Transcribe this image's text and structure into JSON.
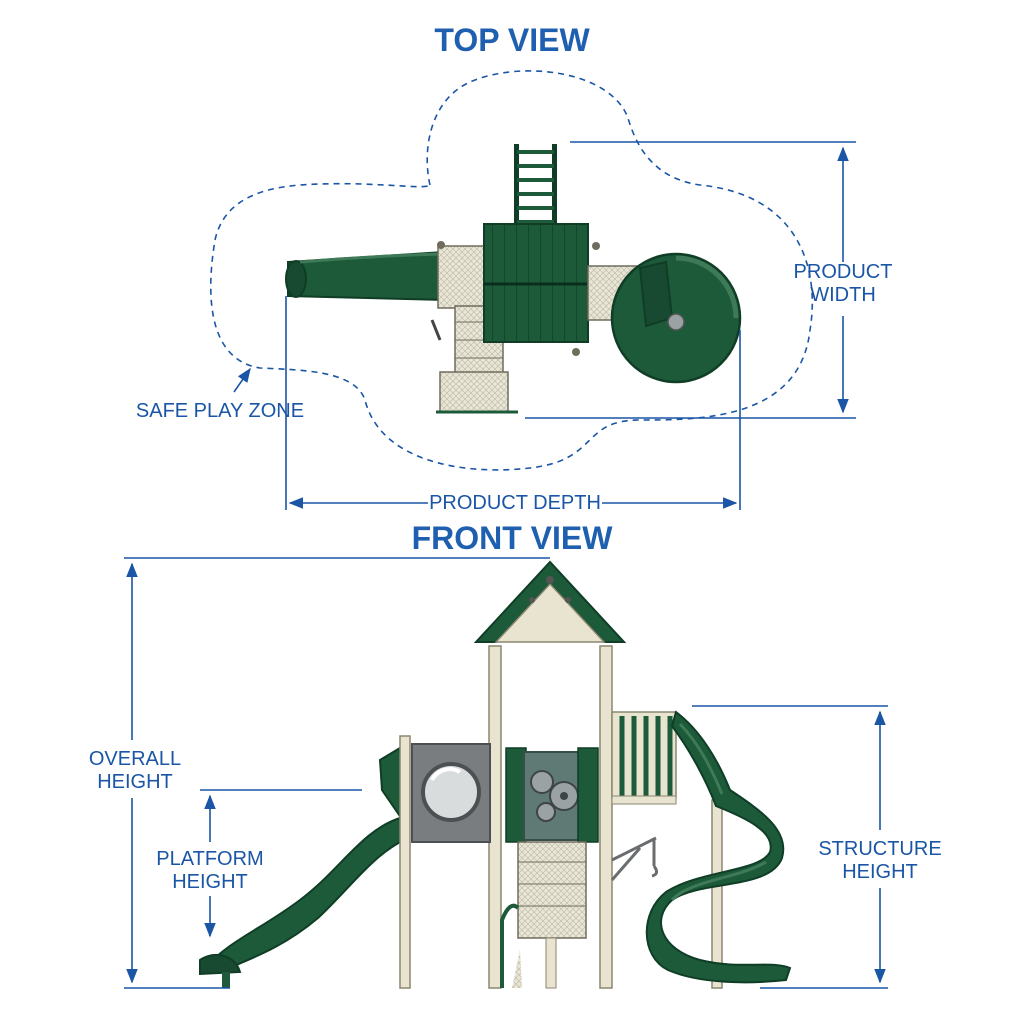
{
  "colors": {
    "annotation": "#1a55a6",
    "title": "#1f5fb0",
    "equipment_green": "#1d5a3a",
    "equipment_dark": "#0f3d26",
    "panel_beige": "#e9e6d6",
    "frame_post": "#e8e4cf",
    "metal_gray": "#7a7d80"
  },
  "top_view": {
    "title": "TOP VIEW",
    "labels": {
      "safe_play_zone": "SAFE PLAY ZONE",
      "product_width": [
        "PRODUCT",
        "WIDTH"
      ],
      "product_depth": "PRODUCT DEPTH"
    }
  },
  "front_view": {
    "title": "FRONT VIEW",
    "labels": {
      "overall_height": [
        "OVERALL",
        "HEIGHT"
      ],
      "platform_height": [
        "PLATFORM",
        "HEIGHT"
      ],
      "structure_height": [
        "STRUCTURE",
        "HEIGHT"
      ]
    }
  }
}
